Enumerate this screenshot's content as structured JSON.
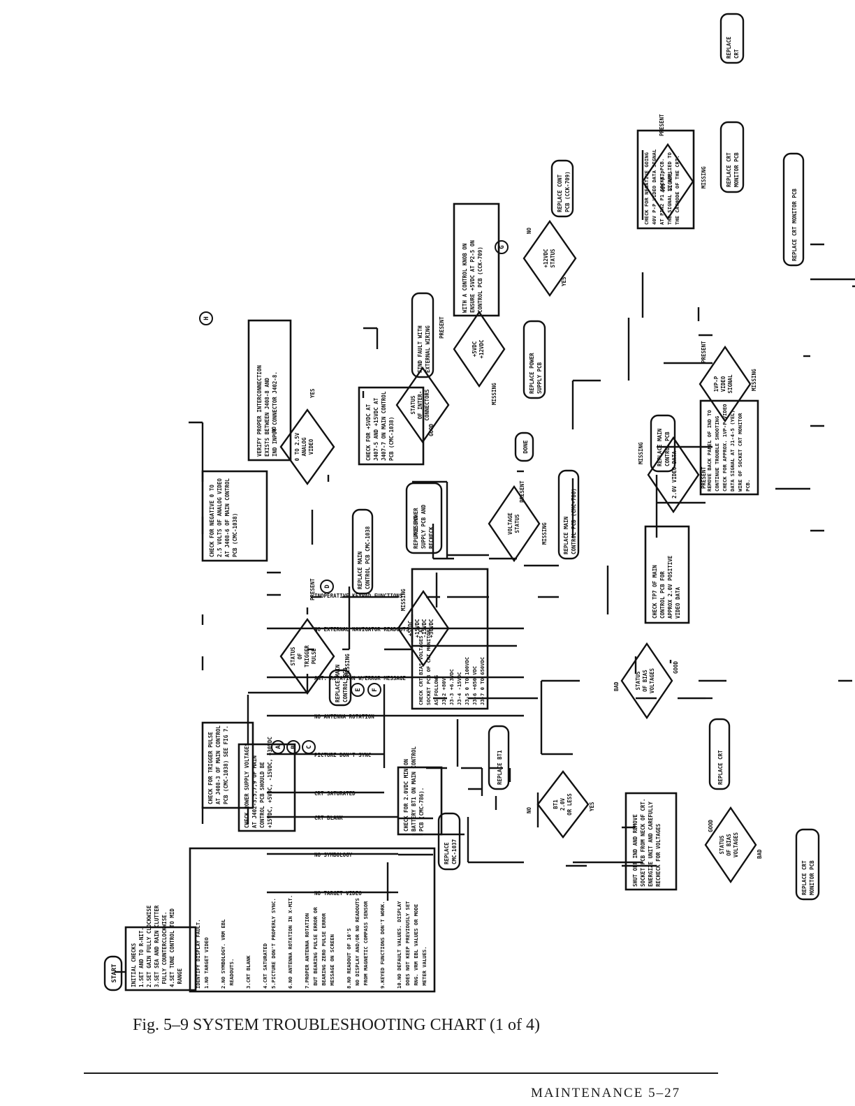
{
  "figure": {
    "caption": "Fig. 5–9   SYSTEM TROUBLESHOOTING CHART (1 of 4)",
    "footer": "MAINTENANCE  5–27"
  },
  "nodes": {
    "start": [
      "START"
    ],
    "initial_checks": [
      "INITIAL CHECKS",
      "1.SET AND TO R-NIT.",
      "2.SET GAIN FULLY CLOCKWISE",
      "3.SET SEA AND RAIN CLUTTER",
      "  FULLY COUNTERCLOCKWISE.",
      "4.SET TUNE CONTROL TO MID",
      "  RANGE"
    ],
    "identify_fault": [
      "IDENTIFY DISPLAY FAULT.",
      "1.NO TARGET VIDEO",
      "",
      "2.NO SYMBOLOGY. VRM EBL",
      "  READOUTS.",
      "",
      "3.CRT BLANK",
      "",
      "4.CRT SATURATED",
      "5.PICTURE DON'T PROPERLY SYNC.",
      "",
      "6.NO ANTENNA ROTATION IN X-MIT.",
      "",
      "7.PROPER ANTENNA ROTATION",
      "  BUT BEARING PULSE ERROR OR",
      "  BEARING ZERO PULSE ERROR",
      "  MESSAGE ON SCREEN",
      "",
      "8.NO READOUT OF 10'S",
      "  NO DISPLAY AND/OR NO READOUTS",
      "  FROM MAGNETIC COMPASS SENSOR",
      "",
      "9.KEYED FUNCTIONS DON'T WORK.",
      "",
      "10.NO DEFAULT VALUES. DISPLAY",
      "  DOES NOT KEEP PREVIOUSLY SET",
      "  RNG. VRM EBL VALUES OR MODE",
      "  METER VALUES."
    ],
    "check_trigger": [
      "CHECK FOR TRIGGER PULSE",
      "AT J408-3 OF MAIN CONTROL",
      "PCB (CMC-1038) SEE FIG 7."
    ],
    "replace_main_ctrl_1": [
      "REPLACE MAIN",
      "CONTROL PCB"
    ],
    "check_power": [
      "CHECK POWER SUPPLY VOLTAGES",
      "AT J402-3,5,7,9 OF MAIN",
      "CONTROL PCB SHOULD BE",
      "+15VDC, +5VDC, -15VDC, +30VDC"
    ],
    "check_battery": [
      "CHECK FOR 2.0VDC MIN ON",
      "BATTERY BT1 ON MAIN CONTROL",
      "PCB (CMC-786)."
    ],
    "status_trigger": [
      "STATUS",
      "OF",
      "TRIGGER",
      "PULSE"
    ],
    "replace_main_1038": [
      "REPLACE MAIN",
      "CONTROL PCB CMC-1038"
    ],
    "check_negative": [
      "CHECK FOR NEGATIVE 0 TO",
      "2.5 VOLTS OF ANALOG VIDEO",
      "AT J408-6 OF MAIN CONTROL",
      "PCB (CMC-1038)"
    ],
    "analog_video": [
      "0 TO 2.5V",
      "ANALOG",
      "VIDEO"
    ],
    "verify_interconnect": [
      "VERIFY PROPER INTERCONNECTION",
      "EXISTS BETWEEN J408-8 AND",
      "IND INPUT CONNECTOR J402-8."
    ],
    "status_interconnect": [
      "STATUS",
      "OF INTER-",
      "CONNECTORS"
    ],
    "find_fault": [
      "FIND FAULT WITH",
      "EXTERNAL WIRING"
    ],
    "check_5vdc": [
      "CHECK FOR +5VDC AT",
      "J407-5 AND +15VDC AT",
      "J407-7 ON MAIN CONTROL",
      "PCB (CMC-1038)"
    ],
    "status_5_12": [
      "+5VDC",
      "+12VDC"
    ],
    "replace_power_1": [
      "REPLACE POWER",
      "SUPPLY PCB"
    ],
    "control_knob": [
      "WITH A CONTROL KNOB ON",
      "ENSURE +5VDC AT P2-5 ON",
      "CONTROL PCB (CCK-709)"
    ],
    "status_12vdc": [
      "+12VDC",
      "STATUS"
    ],
    "replace_cont": [
      "REPLACE CONT",
      "PCB (CCK-709)"
    ],
    "status_supply": [
      "+5VDC",
      "+15VDC",
      "-15VDC",
      "+30VDC"
    ],
    "replace_power_recheck": [
      "REPLACE POWER",
      "SUPPLY PCB AND",
      "RECHECK"
    ],
    "voltage_status": [
      "VOLTAGE",
      "STATUS"
    ],
    "done": [
      "DONE"
    ],
    "replace_main_786": [
      "REPLACE MAIN",
      "CONTROL PCB (CMC-786)"
    ],
    "check_crt_bias": [
      "CHECK CRT BIAS VOLTAGES AT",
      "SOCKET PCB OF CRT MONITOR",
      "AS FOLLOWS",
      "J3-2    +80V",
      "J3-3    +6.3VDC",
      "J3-4    -15VDC",
      "J3-5    0 TO 100VDC",
      "J3-6    +650 VDC",
      "J3-7    0 TO 650VDC"
    ],
    "check_tp7": [
      "CHECK TP7 OF MAIN",
      "CONTROL PCB FOR",
      "APPROX 2.0V POSITIVE",
      "VIDEO DATA"
    ],
    "video_data": [
      "2.0V VIDEO DATA"
    ],
    "replace_main_ctrl_2": [
      "REPLACE MAIN",
      "CONTROL PCB"
    ],
    "remove_back": [
      "REMOVE BACK PANEL OF IND TO",
      "CONTINUE TROUBLE SHOOTING",
      "CHECK FOR APPROX. 1VP-P VIDEO",
      "DATA SIGNAL AT J1-4-5 (YEL)",
      "WIRE OF SOCKET CRT MONITOR",
      "PCB."
    ],
    "vpp_signal": [
      "1VP-P",
      "VIDEO",
      "SIGNAL"
    ],
    "replace_crt_monitor": [
      "REPLACE CRT MONITOR PCB"
    ],
    "check_40v": [
      "CHECK FOR NEGATIVE GOING",
      "40V P-P VIDEO DATA SIGNAL",
      "AT PIN2 P1 SOCKET PCB.",
      "THE SIGNAL IS APPLIED TO",
      "THE CATHODE OF THE CRT."
    ],
    "p40v_signal": [
      "40V P-P",
      "SIGNAL"
    ],
    "replace_crt_mon_2": [
      "REPLACE CRT",
      "MONITOR PCB"
    ],
    "replace_crt_1": [
      "REPLACE",
      "CRT"
    ],
    "status_bias": [
      "STATUS",
      "OF BIAS",
      "VOLTAGES"
    ],
    "shut_off": [
      "SHUT OFF IND AND REMOVE",
      "SOCKET PCB FROM NECK OF CRT.",
      "ENERGIZE UNIT AND CAREFULLY",
      "RECHECK FOR VOLTAGES"
    ],
    "status_bias_2": [
      "STATUS",
      "OF BIAS",
      "VOLTAGES"
    ],
    "replace_crt_2": [
      "REPLACE CRT"
    ],
    "replace_crt_mon_3": [
      "REPLACE CRT",
      "MONITOR PCB"
    ],
    "bt1": [
      "BT1",
      "2.0V",
      "OR LESS"
    ],
    "replace_bt1": [
      "REPLACE BT1"
    ],
    "replace_cmc": [
      "REPLACE",
      "CMC-1037"
    ]
  },
  "branches": {
    "b1": "NO TARGET VIDEO",
    "b2": "NO SYMBOLOGY",
    "b3": "CRT BLANK",
    "b4": "CRT SATURATED",
    "b5": "PICTURE DON'T SYNC",
    "b6": "NO ANTENNA ROTATION",
    "b7": "ANT. ROTATION W/ERROR MESSAGE",
    "b8": "NO EXTERNAL NAVIGATOR READOUTS",
    "b9": "INOPERATIVE KEYPAD FUNCTIONS"
  },
  "connectors": {
    "A": "A",
    "B": "B",
    "C": "C",
    "D": "D",
    "E": "E",
    "F": "F",
    "G": "G",
    "H": "H"
  },
  "edge_labels": {
    "present_1": "PRESENT",
    "missing_1": "MISSING",
    "no_1": "NO",
    "yes_1": "YES",
    "good_1": "GOOD",
    "missing_2": "MISSING",
    "present_2": "PRESENT",
    "no_2": "NO",
    "yes_2": "YES",
    "present_3": "PRESENT",
    "missing_3": "MISSING",
    "present_4": "PRESENT",
    "missing_4": "MISSING",
    "good_2": "GOOD",
    "bad_1": "BAD",
    "missing_5": "MISSING",
    "present_5": "PRESENT",
    "present_6": "PRESENT",
    "missing_6": "MISSING",
    "missing_7": "MISSING",
    "present_7": "PRESENT",
    "good_3": "GOOD",
    "bad_2": "BAD",
    "no_3": "NO",
    "yes_3": "YES"
  }
}
